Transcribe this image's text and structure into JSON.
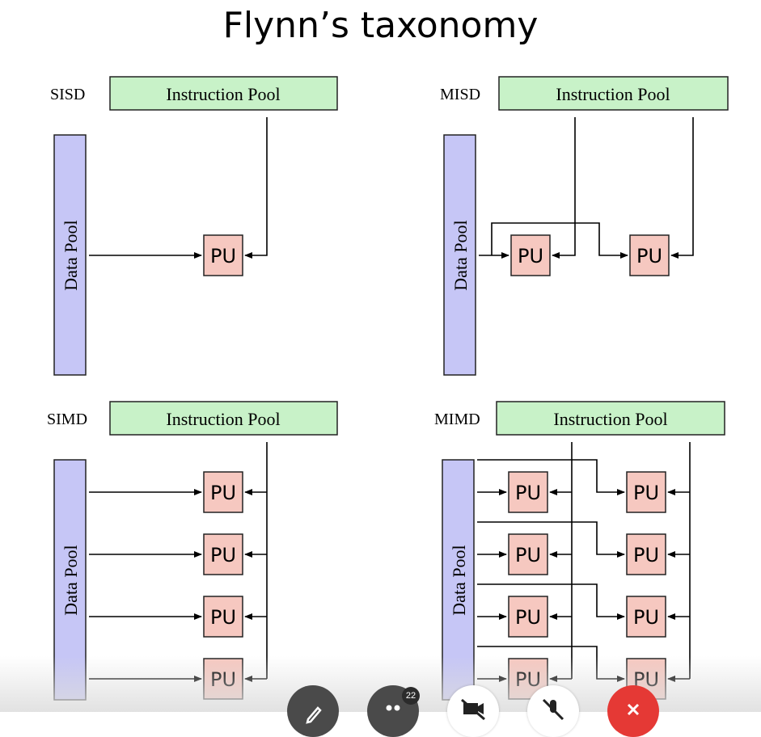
{
  "title": "Flynn’s taxonomy",
  "quadrants": {
    "sisd": {
      "label": "SISD",
      "instruction_pool": "Instruction Pool",
      "data_pool": "Data Pool",
      "pu": "PU"
    },
    "misd": {
      "label": "MISD",
      "instruction_pool": "Instruction Pool",
      "data_pool": "Data Pool",
      "pu": [
        "PU",
        "PU"
      ]
    },
    "simd": {
      "label": "SIMD",
      "instruction_pool": "Instruction Pool",
      "data_pool": "Data Pool",
      "pu": [
        "PU",
        "PU",
        "PU",
        "PU"
      ]
    },
    "mimd": {
      "label": "MIMD",
      "instruction_pool": "Instruction Pool",
      "data_pool": "Data Pool",
      "pu": [
        "PU",
        "PU",
        "PU",
        "PU",
        "PU",
        "PU",
        "PU",
        "PU"
      ]
    }
  },
  "toolbar": {
    "buttons": [
      {
        "icon": "pencil-icon",
        "color": "#4a4a4a"
      },
      {
        "icon": "participants-icon",
        "color": "#4a4a4a",
        "badge": "22"
      },
      {
        "icon": "camera-off-icon",
        "color": "#ffffff"
      },
      {
        "icon": "mic-off-icon",
        "color": "#ffffff"
      },
      {
        "icon": "close-icon",
        "color": "#e53935"
      }
    ]
  }
}
